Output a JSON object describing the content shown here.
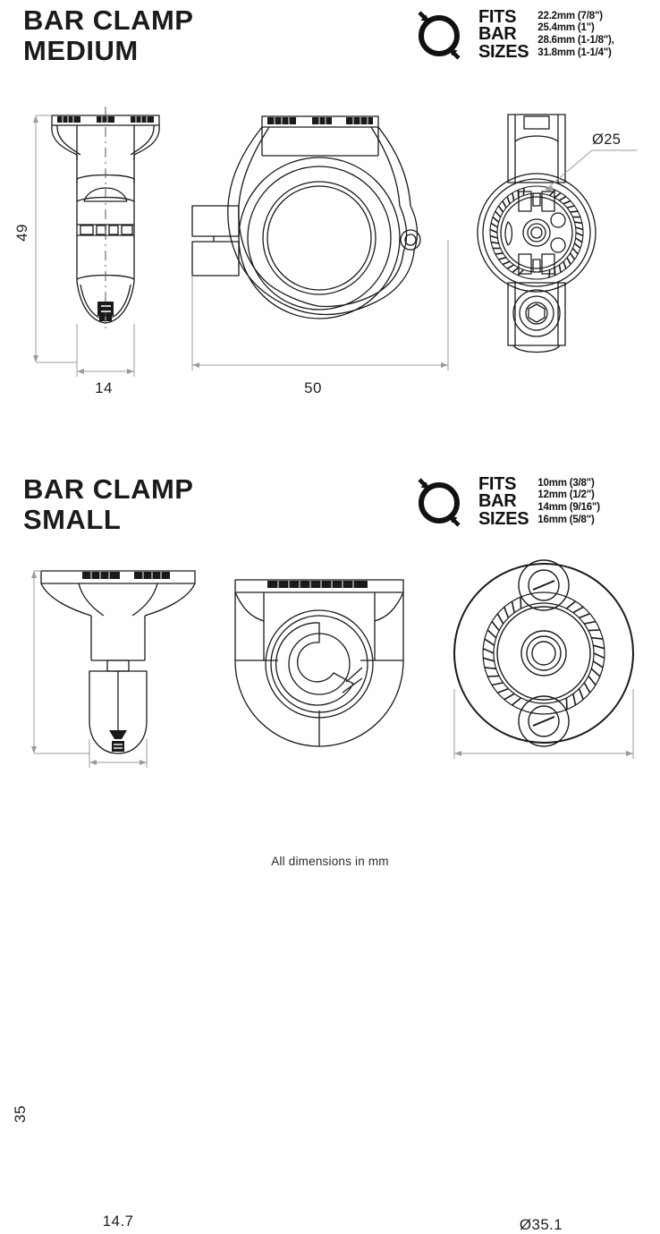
{
  "sheet": {
    "footnote": "All dimensions in mm"
  },
  "sections": {
    "medium": {
      "title": "BAR CLAMP\nMEDIUM",
      "badge": {
        "icon": "fits-bar-sizes-icon",
        "words": "FITS\nBAR\nSIZES",
        "sizes": "22.2mm (7/8\")\n25.4mm (1\")\n28.6mm (1-1/8\"),\n31.8mm (1-1/4\")",
        "size_list": [
          "22.2mm (7/8\")",
          "25.4mm (1\")",
          "28.6mm (1-1/8\"),",
          "31.8mm (1-1/4\")"
        ]
      },
      "views": {
        "front": {
          "name": "front-view",
          "height_dim": "49",
          "width_dim": "14"
        },
        "side": {
          "name": "side-view",
          "width_dim": "50"
        },
        "top": {
          "name": "top-view",
          "callout": "Ø25"
        }
      }
    },
    "small": {
      "title": "BAR CLAMP\nSMALL",
      "badge": {
        "icon": "fits-bar-sizes-icon",
        "words": "FITS\nBAR\nSIZES",
        "sizes": "10mm (3/8\")\n12mm (1/2\")\n14mm (9/16\")\n16mm (5/8\")",
        "size_list": [
          "10mm (3/8\")",
          "12mm (1/2\")",
          "14mm (9/16\")",
          "16mm (5/8\")"
        ]
      },
      "views": {
        "front": {
          "name": "front-view",
          "height_dim": "35",
          "width_dim": "14.7"
        },
        "side": {
          "name": "side-view"
        },
        "top": {
          "name": "top-view",
          "diameter_dim": "Ø35.1"
        }
      }
    }
  },
  "colors": {
    "ink": "#1a1a1a",
    "dimension_line": "#9b9b9b",
    "background": "#ffffff"
  }
}
